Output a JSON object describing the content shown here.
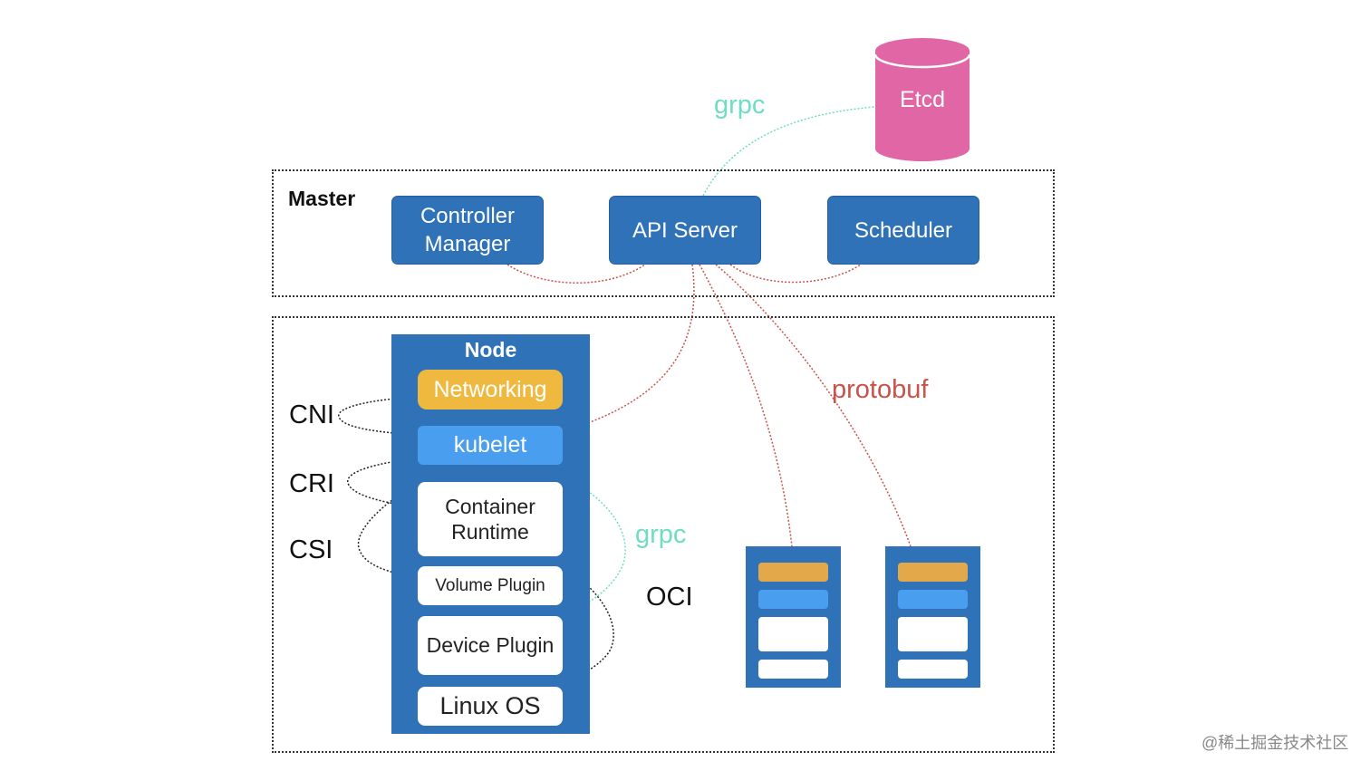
{
  "etcd": {
    "label": "Etcd"
  },
  "master": {
    "label": "Master",
    "components": {
      "controller_manager_line1": "Controller",
      "controller_manager_line2": "Manager",
      "api_server": "API Server",
      "scheduler": "Scheduler"
    }
  },
  "node": {
    "label": "Node",
    "networking": "Networking",
    "kubelet": "kubelet",
    "container_runtime_line1": "Container",
    "container_runtime_line2": "Runtime",
    "volume_plugin": "Volume Plugin",
    "device_plugin": "Device Plugin",
    "linux_os": "Linux OS"
  },
  "interfaces": {
    "cni": "CNI",
    "cri": "CRI",
    "csi": "CSI",
    "oci": "OCI"
  },
  "protocols": {
    "grpc_top": "grpc",
    "grpc_node": "grpc",
    "protobuf": "protobuf"
  },
  "watermark": "@稀土掘金技术社区",
  "colors": {
    "component_blue": "#2f72b8",
    "kubelet_blue": "#4a9ef0",
    "networking_yellow": "#efb93f",
    "etcd_pink": "#e066a6",
    "grpc_teal": "#6fdcc4",
    "protobuf_red": "#c9524a"
  }
}
